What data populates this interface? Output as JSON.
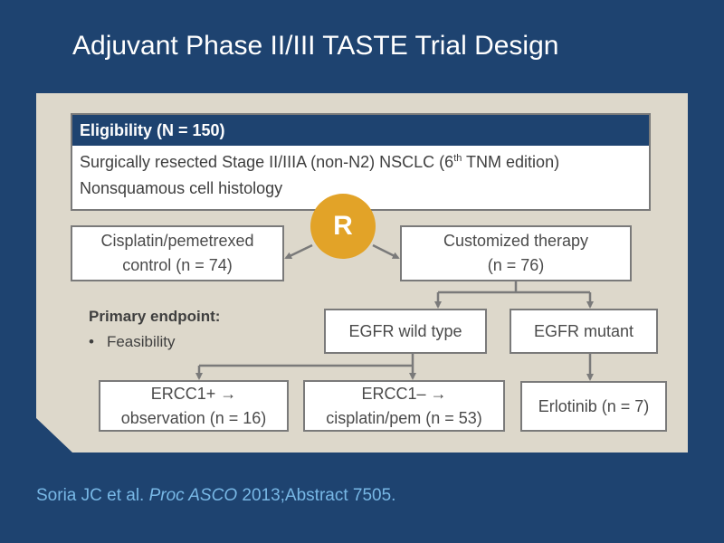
{
  "slide": {
    "title": "Adjuvant Phase II/III TASTE Trial Design"
  },
  "eligibility": {
    "header": "Eligibility (N = 150)",
    "line1_pre": "Surgically resected Stage II/IIIA (non-N2) NSCLC (6",
    "line1_sup": "th",
    "line1_post": " TNM edition)",
    "line2": "Nonsquamous cell histology"
  },
  "randomization": {
    "label": "R"
  },
  "arms": {
    "control": {
      "line1": "Cisplatin/pemetrexed",
      "line2": "control (n = 74)"
    },
    "customized": {
      "line1": "Customized therapy",
      "line2": "(n = 76)"
    }
  },
  "subgroups": {
    "wild_type": "EGFR wild type",
    "mutant": "EGFR mutant"
  },
  "treatments": {
    "ercc1_pos": {
      "line1": "ERCC1+ →",
      "line2": "observation (n = 16)"
    },
    "ercc1_neg": {
      "line1": "ERCC1–  →",
      "line2": "cisplatin/pem (n = 53)"
    },
    "erlotinib": "Erlotinib (n = 7)"
  },
  "primary_endpoint": {
    "title": "Primary endpoint:",
    "bullet": "•",
    "item": "Feasibility"
  },
  "citation": {
    "authors": "Soria JC et al.",
    "journal": "Proc ASCO",
    "rest": "2013;Abstract 7505."
  },
  "colors": {
    "background": "#1e4370",
    "panel": "#ddd8cb",
    "accent": "#e2a328",
    "citation": "#78b8e6",
    "box_border": "#7a7a7a"
  }
}
